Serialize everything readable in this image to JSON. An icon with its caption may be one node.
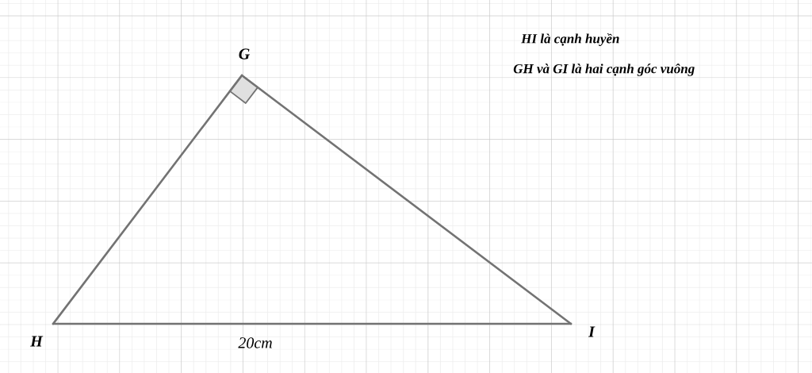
{
  "diagram": {
    "nodes": [
      {
        "text": [],
        "shape": "point",
        "beside": [
          "G"
        ]
      },
      {
        "text": [],
        "shape": "point",
        "beside": [
          "H"
        ]
      },
      {
        "text": [],
        "shape": "point",
        "beside": [
          "I"
        ]
      }
    ],
    "edges": [
      {
        "from": 1,
        "to": 0,
        "arrow": "none"
      },
      {
        "from": 0,
        "to": 2,
        "arrow": "none"
      },
      {
        "from": 1,
        "to": 2,
        "arrow": "none",
        "label": "20cm"
      }
    ],
    "labels": [
      "HI là cạnh huyền",
      "GH và GI  là hai cạnh góc vuông"
    ]
  }
}
